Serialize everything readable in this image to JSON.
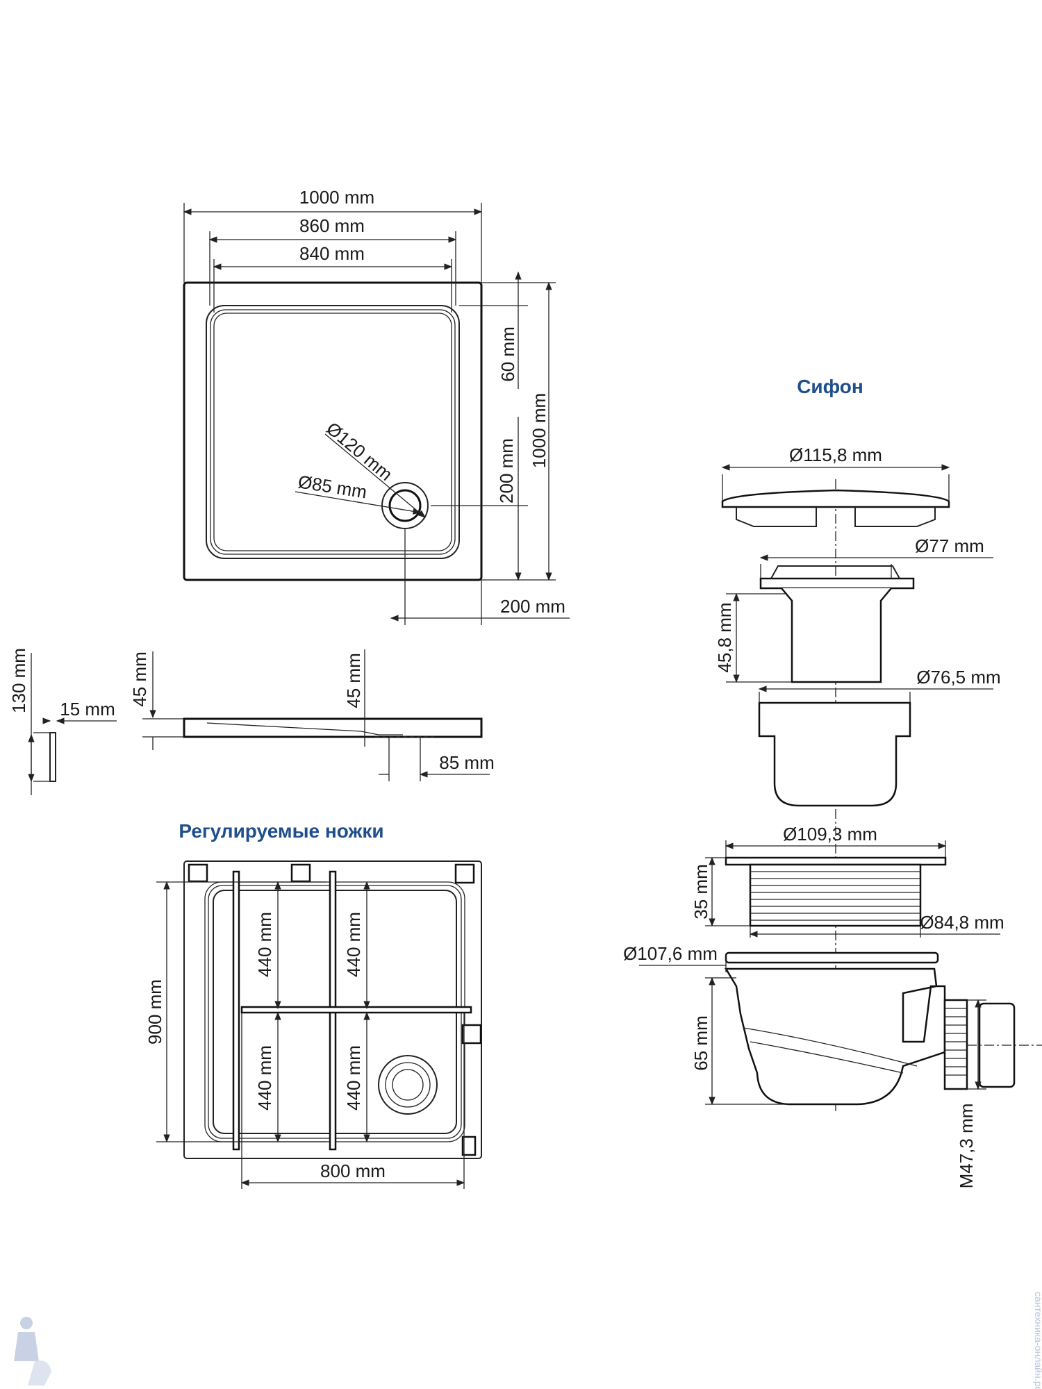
{
  "headings": {
    "siphon": "Сифон",
    "legs": "Регулируемые ножки"
  },
  "top_view": {
    "width_outer": "1000 mm",
    "width_860": "860 mm",
    "width_840": "840 mm",
    "rim_60": "60 mm",
    "drain_200_v": "200 mm",
    "height_outer": "1000 mm",
    "drain_200_h": "200 mm",
    "dia_120": "Ø120 mm",
    "dia_85": "Ø85 mm"
  },
  "side_view": {
    "h_130": "130 mm",
    "t_15": "15 mm",
    "h_45_left": "45 mm",
    "h_45_right": "45 mm",
    "w_85": "85 mm"
  },
  "legs_view": {
    "h_900": "900 mm",
    "s_440_a": "440 mm",
    "s_440_b": "440 mm",
    "s_440_c": "440 mm",
    "s_440_d": "440 mm",
    "w_800": "800 mm"
  },
  "siphon_view": {
    "d_115_8": "Ø115,8 mm",
    "d_77": "Ø77 mm",
    "h_45_8": "45,8 mm",
    "d_76_5": "Ø76,5 mm",
    "d_109_3": "Ø109,3 mm",
    "h_35": "35 mm",
    "d_84_8": "Ø84,8 mm",
    "d_107_6": "Ø107,6 mm",
    "h_65": "65 mm",
    "m_47_3": "M47,3 mm"
  },
  "colors": {
    "heading": "#1f4f8a",
    "line": "#222222",
    "watermark": "#b8c4d8"
  },
  "watermark": "сантехника-онлайн.рф"
}
